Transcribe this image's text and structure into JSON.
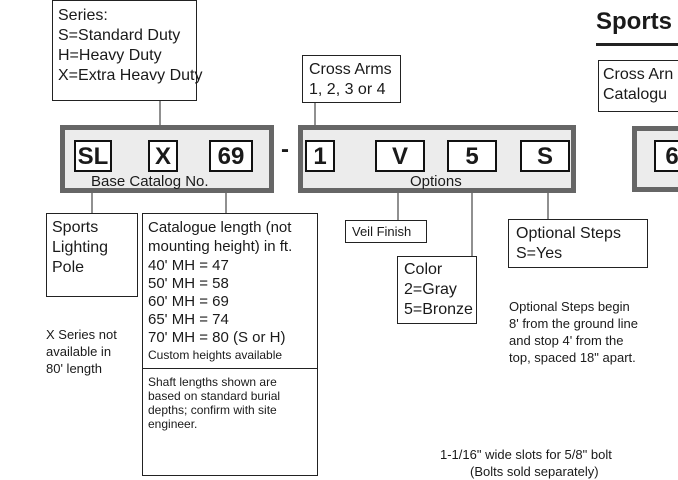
{
  "series": {
    "lines": [
      "Series:",
      "S=Standard Duty",
      "H=Heavy Duty",
      "X=Extra Heavy Duty"
    ]
  },
  "cross_arms": {
    "lines": [
      "Cross Arms",
      "1, 2, 3 or 4"
    ]
  },
  "right_header": {
    "title": "Sports",
    "box_lines": [
      "Cross Arn",
      "Catalogu"
    ],
    "code_partial": "6"
  },
  "base_codes": [
    "SL",
    "X",
    "69"
  ],
  "dash": "-",
  "option_codes": [
    "1",
    "V",
    "5",
    "S"
  ],
  "base_label": "Base Catalog No.",
  "options_label": "Options",
  "sports_pole": [
    "Sports",
    "Lighting",
    "Pole"
  ],
  "catalog_length": {
    "lines": [
      "Catalogue length (not",
      "mounting height) in ft.",
      "40' MH = 47",
      "50' MH = 58",
      "60' MH = 69",
      "65' MH = 74",
      "70' MH = 80 (S or H)"
    ],
    "custom": "Custom heights available",
    "shaft_note": [
      "Shaft lengths shown are",
      "based on standard burial",
      "depths; confirm with site",
      "engineer."
    ]
  },
  "veil_finish": "Veil Finish",
  "color": [
    "Color",
    "2=Gray",
    "5=Bronze"
  ],
  "optional_steps": [
    "Optional Steps",
    "S=Yes"
  ],
  "steps_note": [
    "Optional Steps begin",
    "8' from the ground line",
    "and stop 4' from the",
    "top, spaced 18\" apart."
  ],
  "x_series_note": [
    "X Series not",
    "available in",
    "80' length"
  ],
  "slots_note": [
    "1-1/16\" wide slots for 5/8\" bolt",
    "(Bolts sold separately)"
  ]
}
